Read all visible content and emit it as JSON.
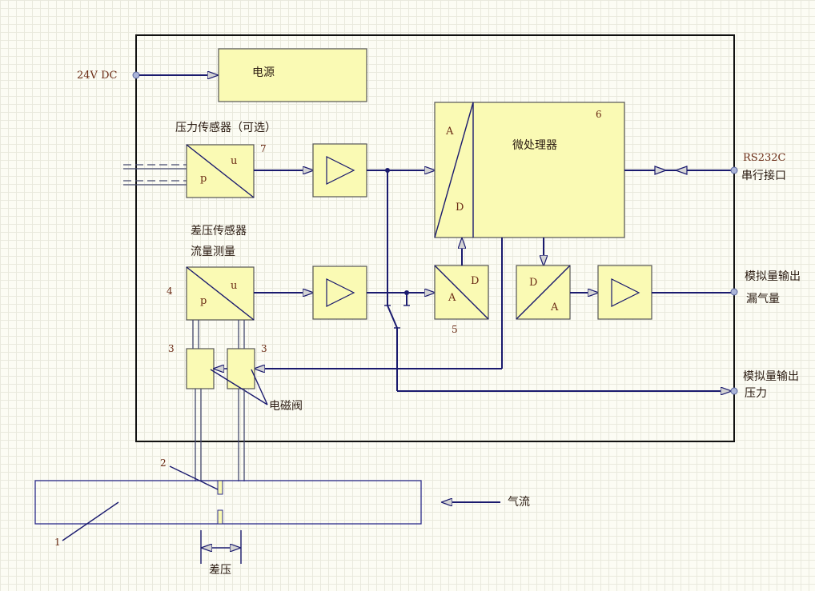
{
  "inputs": {
    "supply_label": "24V DC"
  },
  "blocks": {
    "power": "电源",
    "micro": "微处理器",
    "micro_num": "6",
    "adc_top_a": "A",
    "adc_top_d": "D",
    "sensor1_u": "u",
    "sensor1_p": "p",
    "sensor1_num": "7",
    "sensor2_u": "u",
    "sensor2_p": "p",
    "sensor2_num": "4",
    "adc2_d": "D",
    "adc2_a": "A",
    "adc2_num": "5",
    "dac_d": "D",
    "dac_a": "A"
  },
  "labels": {
    "pressure_sensor": "压力传感器（可选）",
    "diff_sensor": "差压传感器",
    "flow_measure": "流量测量",
    "valve": "电磁阀",
    "valve_num_left": "3",
    "valve_num_right": "3",
    "airflow": "气流",
    "diff_pressure": "差压",
    "pipe_num": "1",
    "tap_num": "2"
  },
  "outputs": {
    "rs232": "RS232C",
    "serial": "串行接口",
    "analog_out1": "模拟量输出",
    "leak": "漏气量",
    "analog_out2": "模拟量输出",
    "pressure": "压力"
  }
}
